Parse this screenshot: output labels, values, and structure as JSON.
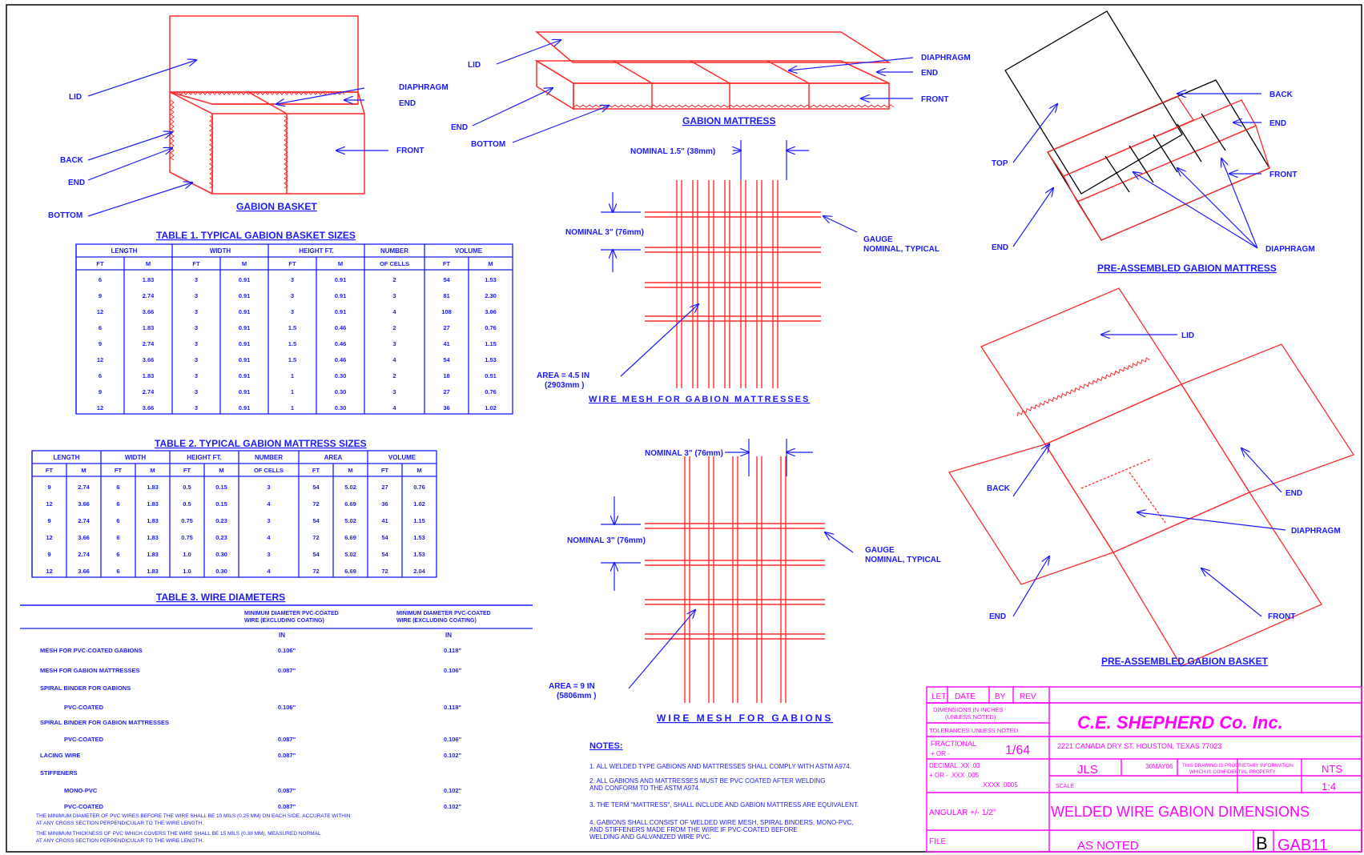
{
  "colors": {
    "detail": "#ff2b2b",
    "annotation": "#1a1aff",
    "outline": "#000000",
    "title_block": "#ff00ff"
  },
  "views": {
    "gabion_basket": {
      "title": "GABION BASKET",
      "labels": {
        "lid": "LID",
        "diaphragm": "DIAPHRAGM",
        "end_top": "END",
        "back": "BACK",
        "end": "END",
        "front": "FRONT",
        "bottom": "BOTTOM"
      }
    },
    "gabion_mattress": {
      "title": "GABION MATTRESS",
      "labels": {
        "lid": "LID",
        "diaphragm": "DIAPHRAGM",
        "end_right": "END",
        "front": "FRONT",
        "end_left": "END",
        "bottom": "BOTTOM"
      }
    },
    "preassembled_mattress": {
      "title": "PRE-ASSEMBLED GABION MATTRESS",
      "labels": {
        "back": "BACK",
        "end_right": "END",
        "top": "TOP",
        "front": "FRONT",
        "end_left": "END",
        "diaphragm": "DIAPHRAGM"
      }
    },
    "preassembled_basket": {
      "title": "PRE-ASSEMBLED GABION BASKET",
      "labels": {
        "lid": "LID",
        "back": "BACK",
        "end_right": "END",
        "diaphragm": "DIAPHRAGM",
        "end_left": "END",
        "front": "FRONT"
      }
    },
    "mattress_mesh": {
      "title": "WIRE MESH FOR GABION MATTRESSES",
      "nominal_h": "NOMINAL 1.5\" (38mm)",
      "nominal_v": "NOMINAL 3\" (76mm)",
      "gauge": [
        "GAUGE",
        "NOMINAL, TYPICAL"
      ],
      "area": [
        "AREA = 4.5 IN",
        "(2903mm )"
      ]
    },
    "gabion_mesh": {
      "title": "WIRE MESH FOR GABIONS",
      "nominal_h": "NOMINAL 3\" (76mm)",
      "nominal_v": "NOMINAL 3\" (76mm)",
      "gauge": [
        "GAUGE",
        "NOMINAL, TYPICAL"
      ],
      "area": [
        "AREA = 9 IN",
        "(5806mm )"
      ]
    }
  },
  "table1": {
    "title": "TABLE 1.  TYPICAL GABION BASKET SIZES",
    "group_headers": [
      "LENGTH",
      "WIDTH",
      "HEIGHT FT.",
      "NUMBER",
      "VOLUME"
    ],
    "sub_headers": [
      "FT",
      "M",
      "FT",
      "M",
      "FT",
      "M",
      "OF CELLS",
      "FT",
      "M"
    ],
    "rows": [
      [
        "6",
        "1.83",
        "3",
        "0.91",
        "3",
        "0.91",
        "2",
        "54",
        "1.53"
      ],
      [
        "9",
        "2.74",
        "3",
        "0.91",
        "3",
        "0.91",
        "3",
        "81",
        "2.30"
      ],
      [
        "12",
        "3.66",
        "3",
        "0.91",
        "3",
        "0.91",
        "4",
        "108",
        "3.06"
      ],
      [
        "6",
        "1.83",
        "3",
        "0.91",
        "1.5",
        "0.46",
        "2",
        "27",
        "0.76"
      ],
      [
        "9",
        "2.74",
        "3",
        "0.91",
        "1.5",
        "0.46",
        "3",
        "41",
        "1.15"
      ],
      [
        "12",
        "3.66",
        "3",
        "0.91",
        "1.5",
        "0.46",
        "4",
        "54",
        "1.53"
      ],
      [
        "6",
        "1.83",
        "3",
        "0.91",
        "1",
        "0.30",
        "2",
        "18",
        "0.51"
      ],
      [
        "9",
        "2.74",
        "3",
        "0.91",
        "1",
        "0.30",
        "3",
        "27",
        "0.76"
      ],
      [
        "12",
        "3.66",
        "3",
        "0.91",
        "1",
        "0.30",
        "4",
        "36",
        "1.02"
      ]
    ]
  },
  "table2": {
    "title": "TABLE 2.  TYPICAL GABION MATTRESS SIZES",
    "group_headers": [
      "LENGTH",
      "WIDTH",
      "HEIGHT FT.",
      "NUMBER",
      "AREA",
      "VOLUME"
    ],
    "sub_headers": [
      "FT",
      "M",
      "FT",
      "M",
      "FT",
      "M",
      "OF CELLS",
      "FT",
      "M",
      "FT",
      "M"
    ],
    "rows": [
      [
        "9",
        "2.74",
        "6",
        "1.83",
        "0.5",
        "0.15",
        "3",
        "54",
        "5.02",
        "27",
        "0.76"
      ],
      [
        "12",
        "3.66",
        "6",
        "1.83",
        "0.5",
        "0.15",
        "4",
        "72",
        "6.69",
        "36",
        "1.02"
      ],
      [
        "9",
        "2.74",
        "6",
        "1.83",
        "0.75",
        "0.23",
        "3",
        "54",
        "5.02",
        "41",
        "1.15"
      ],
      [
        "12",
        "3.66",
        "6",
        "1.83",
        "0.75",
        "0.23",
        "4",
        "72",
        "6.69",
        "54",
        "1.53"
      ],
      [
        "9",
        "2.74",
        "6",
        "1.83",
        "1.0",
        "0.30",
        "3",
        "54",
        "5.02",
        "54",
        "1.53"
      ],
      [
        "12",
        "3.66",
        "6",
        "1.83",
        "1.0",
        "0.30",
        "4",
        "72",
        "6.69",
        "72",
        "2.04"
      ]
    ]
  },
  "table3": {
    "title": "TABLE 3.  WIRE DIAMETERS",
    "col1_header": [
      "MINIMUM DIAMETER PVC-COATED",
      "WIRE (EXCLUDING COATING)"
    ],
    "col2_header": [
      "MINIMUM DIAMETER PVC-COATED",
      "WIRE (EXCLUDING COATING)"
    ],
    "unit": "IN",
    "rows": [
      [
        "MESH FOR PVC-COATED GABIONS",
        "0.106\"",
        "0.118\""
      ],
      [
        "MESH FOR GABION MATTRESSES",
        "0.087\"",
        "0.106\""
      ],
      [
        "SPIRAL BINDER FOR GABIONS",
        "",
        ""
      ],
      [
        "PVC-COATED",
        "0.106\"",
        "0.118\""
      ],
      [
        "SPIRAL BINDER FOR GABION MATTRESSES",
        "",
        ""
      ],
      [
        "PVC-COATED",
        "0.087\"",
        "0.106\""
      ],
      [
        "LACING WIRE",
        "0.087\"",
        "0.102\""
      ],
      [
        "STIFFENERS",
        "",
        ""
      ],
      [
        "MONO-PVC",
        "0.087\"",
        "0.102\""
      ],
      [
        "PVC-COATED",
        "0.087\"",
        "0.102\""
      ]
    ],
    "footnotes": [
      "THE MINIMUM DIAMETER OF PVC WIRES BEFORE THE WIRE SHALL BE 10 MILS (0.25 MM) ON EACH SIDE, ACCURATE WITHIN",
      "AT ANY CROSS SECTION PERPENDICULAR TO THE WIRE LENGTH.",
      "THE MINIMUM THICKNESS OF PVC WHICH COVERS THE WIRE SHALL BE 15 MILS (0.38 MM), MEASURED NORMAL",
      "AT ANY CROSS SECTION PERPENDICULAR TO THE WIRE LENGTH."
    ]
  },
  "notes": {
    "heading": "NOTES:",
    "items": [
      "1. ALL WELDED TYPE GABIONS AND MATTRESSES SHALL COMPLY WITH ASTM A974.",
      "2. ALL GABIONS AND MATTRESSES MUST BE PVC COATED AFTER WELDING",
      "   AND CONFORM TO THE ASTM A974.",
      "3. THE TERM \"MATTRESS\", SHALL INCLUDE AND GABION MATTRESS ARE EQUIVALENT.",
      "4. GABIONS SHALL CONSIST OF WELDED WIRE MESH, SPIRAL BINDERS, MONO-PVC,",
      "   AND STIFFENERS MADE FROM THE WIRE IF PVC-COATED BEFORE",
      "   WELDING AND GALVANIZED WIRE PVC."
    ]
  },
  "title_block": {
    "rev_headers": [
      "LET",
      "DATE",
      "BY",
      "REV"
    ],
    "dims_note": [
      "DIMENSIONS IN INCHES",
      "(UNLESS NOTED)"
    ],
    "tolerances": "TOLERANCES UNLESS NOTED",
    "fractional_label": "FRACTIONAL",
    "fractional_pm": "+ OR -",
    "fractional_val": "1/64",
    "decimal_label": "DECIMAL  .XX  .03",
    "decimal_2": "+ OR - .XXX  .005",
    "decimal_3": ".XXXX  .0005",
    "angular": "ANGULAR +/- 1/2°",
    "file_label": "FILE",
    "company": "C.E. SHEPHERD Co. Inc.",
    "address": "2221 CANADA DRY ST.   HOUSTON, TEXAS 77023",
    "drawn": "JLS",
    "date": "30MAY06",
    "confidential": [
      "THIS DRAWING IS PROPRIETARY INFORMATION",
      "WHICH IS CONFIDENTIAL PROPERTY"
    ],
    "scale_label": "SCALE",
    "scale": "NTS",
    "sheet": "1:4",
    "title": "WELDED WIRE GABION DIMENSIONS",
    "as_noted": "AS NOTED",
    "size": "B",
    "dwg_no": "GAB11"
  }
}
